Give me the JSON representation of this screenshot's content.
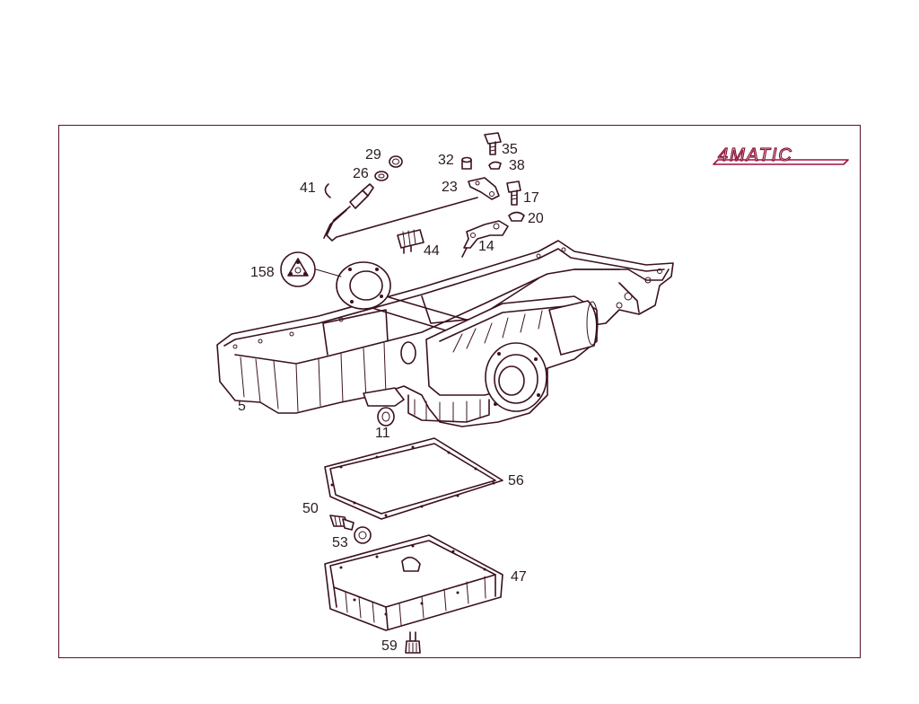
{
  "diagram": {
    "emblem_text": "4MATIC",
    "part_labels": {
      "p29": "29",
      "p26": "26",
      "p41": "41",
      "p32": "32",
      "p35": "35",
      "p38": "38",
      "p23": "23",
      "p17": "17",
      "p20": "20",
      "p44": "44",
      "p14": "14",
      "p158": "158",
      "p5": "5",
      "p11": "11",
      "p56": "56",
      "p50": "50",
      "p53": "53",
      "p47": "47",
      "p59": "59"
    }
  }
}
